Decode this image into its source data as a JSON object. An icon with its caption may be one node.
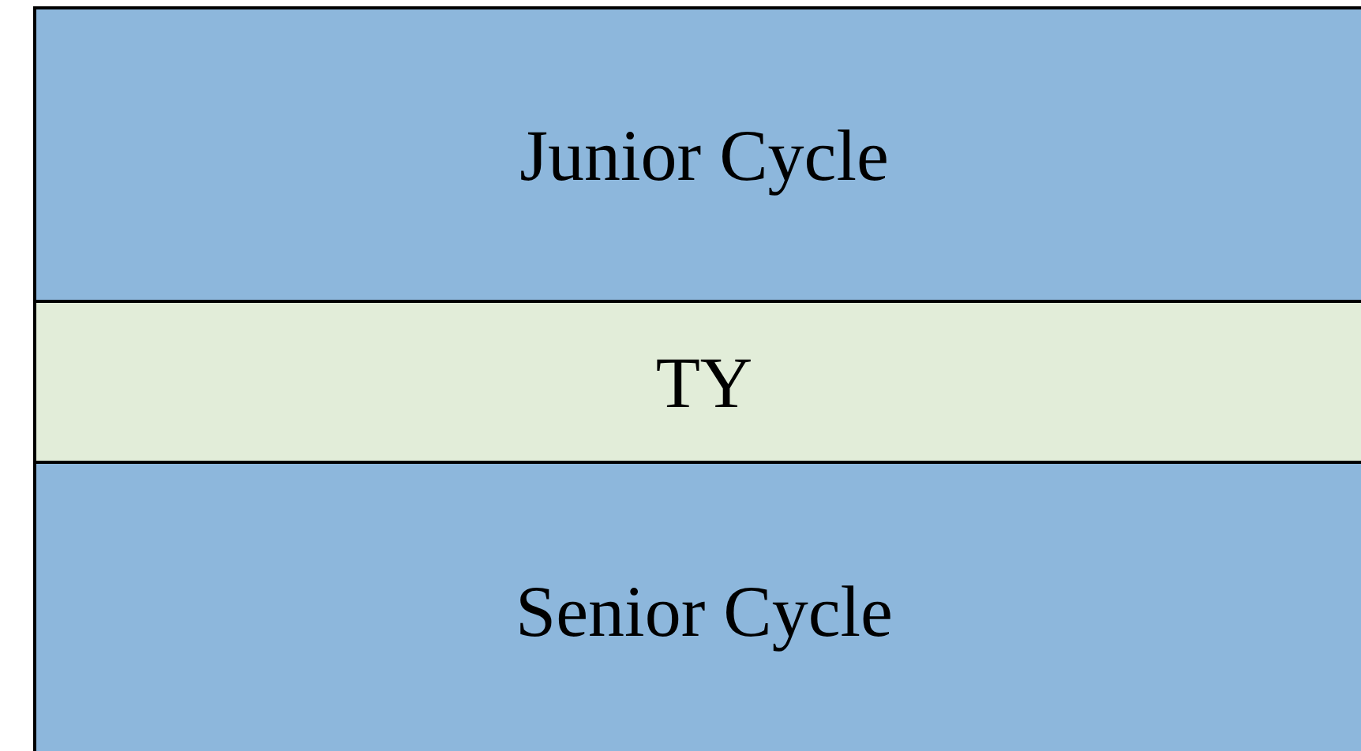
{
  "diagram": {
    "nodes": [
      {
        "text": [
          "Junior Cycle"
        ]
      },
      {
        "text": [
          "TY"
        ]
      },
      {
        "text": [
          "Senior Cycle"
        ]
      }
    ]
  }
}
